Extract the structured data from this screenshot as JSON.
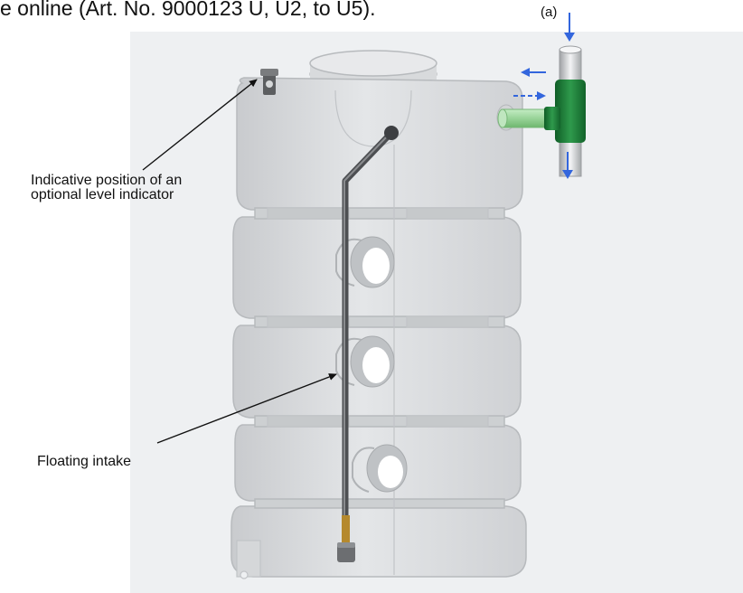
{
  "header": {
    "text": "e online (Art. No. 9000123 U, U2, to U5)."
  },
  "labels": {
    "level_indicator": "Indicative position of an optional level indicator",
    "floating_intake": "Floating intake",
    "connection_a": "(a)"
  },
  "colors": {
    "background_panel": "#eef0f2",
    "tank_fill": "#d9dbdd",
    "tank_edge": "#b9bcbf",
    "tank_inner": "#c8cacc",
    "intake_pipe": "#4d4f52",
    "intake_brass": "#b5892e",
    "fitting_green": "#1f7f3a",
    "pipe_light_green": "#9fd79f",
    "flow_arrow": "#3366dd"
  }
}
